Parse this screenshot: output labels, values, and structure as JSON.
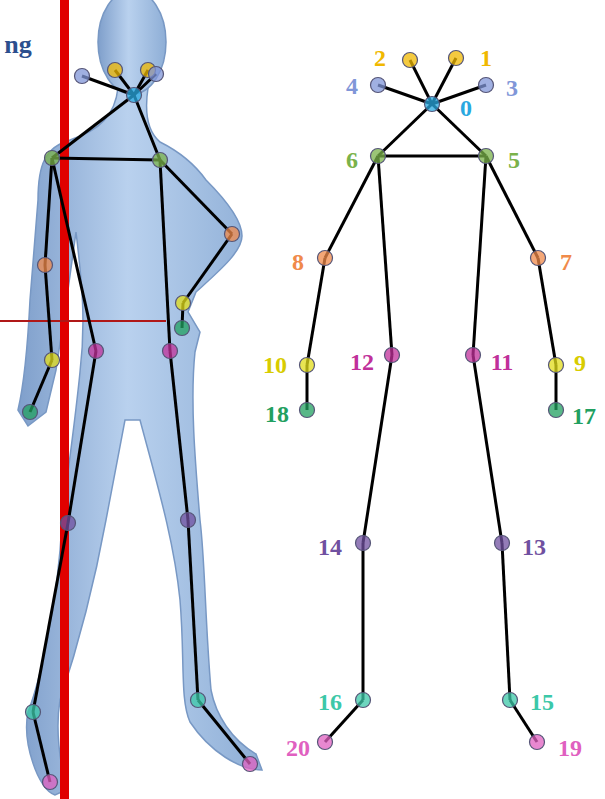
{
  "diagram": {
    "labels": [
      "ng",
      "2",
      "1",
      "4",
      "3",
      "0",
      "6",
      "5",
      "8",
      "7",
      "10",
      "9",
      "12",
      "11",
      "18",
      "17",
      "14",
      "13",
      "16",
      "15",
      "20",
      "19"
    ]
  }
}
